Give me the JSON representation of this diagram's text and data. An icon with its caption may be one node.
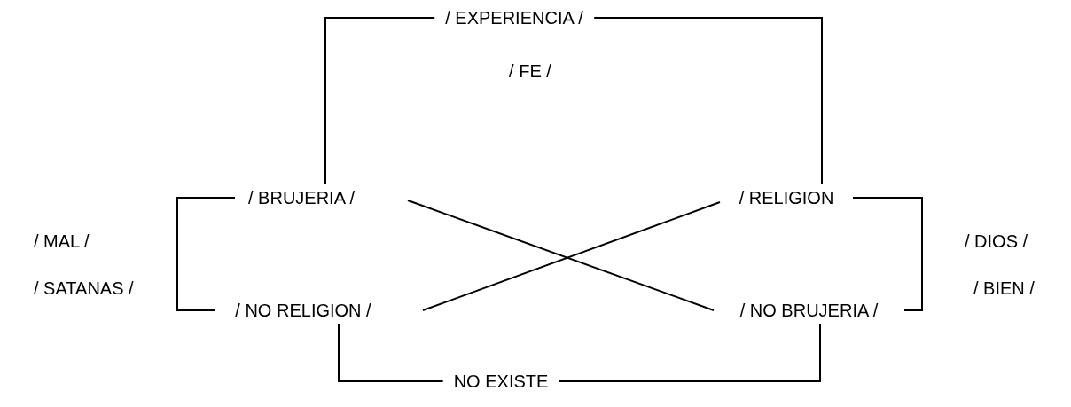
{
  "diagram": {
    "nodes": [
      {
        "text": [
          "/ BRUJERIA /"
        ]
      },
      {
        "text": [
          "/ RELIGION"
        ]
      },
      {
        "text": [
          "/ NO RELIGION /"
        ]
      },
      {
        "text": [
          "/ NO BRUJERIA /"
        ]
      }
    ],
    "edges": [
      {
        "from": 0,
        "to": 1,
        "arrow": "none",
        "label": "/ EXPERIENCIA /"
      },
      {
        "from": 0,
        "to": 2,
        "arrow": "none"
      },
      {
        "from": 1,
        "to": 3,
        "arrow": "none"
      },
      {
        "from": 2,
        "to": 3,
        "arrow": "none",
        "label": "NO EXISTE"
      },
      {
        "from": 0,
        "to": 3,
        "arrow": "none"
      },
      {
        "from": 1,
        "to": 2,
        "arrow": "none"
      }
    ],
    "labels": [
      "/ FE /",
      "/ MAL /",
      "/ SATANAS /",
      "/ DIOS /",
      "/ BIEN /"
    ]
  }
}
